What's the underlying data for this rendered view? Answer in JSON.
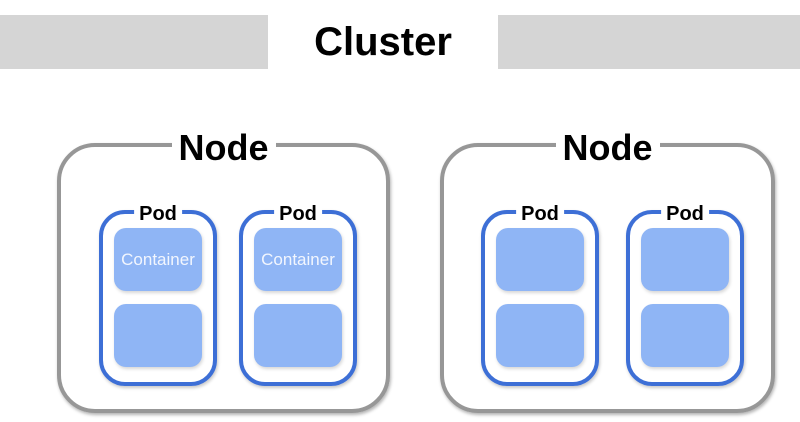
{
  "cluster": {
    "title": "Cluster",
    "nodes": [
      {
        "label": "Node",
        "pods": [
          {
            "label": "Pod",
            "containers": [
              "Container",
              ""
            ]
          },
          {
            "label": "Pod",
            "containers": [
              "Container",
              ""
            ]
          }
        ]
      },
      {
        "label": "Node",
        "pods": [
          {
            "label": "Pod",
            "containers": [
              "",
              ""
            ]
          },
          {
            "label": "Pod",
            "containers": [
              "",
              ""
            ]
          }
        ]
      }
    ]
  },
  "colors": {
    "title_bar": "#d5d5d5",
    "node_border": "#979797",
    "pod_border": "#3d6fd6",
    "container_fill": "#8fb5f5",
    "container_text": "#f2f6fe",
    "label_text": "#000000",
    "background": "#ffffff"
  }
}
